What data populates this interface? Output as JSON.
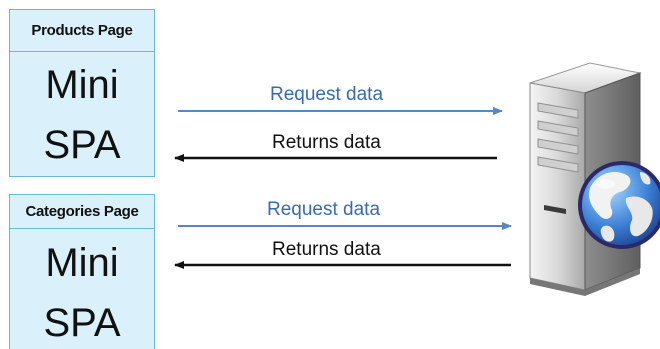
{
  "pages": [
    {
      "header": "Products Page",
      "line1": "Mini",
      "line2": "SPA"
    },
    {
      "header": "Categories Page",
      "line1": "Mini",
      "line2": "SPA"
    }
  ],
  "flows": [
    {
      "request": "Request data",
      "response": "Returns data"
    },
    {
      "request": "Request data",
      "response": "Returns data"
    }
  ],
  "icons": {
    "server": "server-icon",
    "globe": "globe-icon"
  },
  "colors": {
    "box_fill": "#daf0fa",
    "box_border": "#6fb7d6",
    "request_arrow": "#5b86c2",
    "response_arrow": "#111111"
  }
}
